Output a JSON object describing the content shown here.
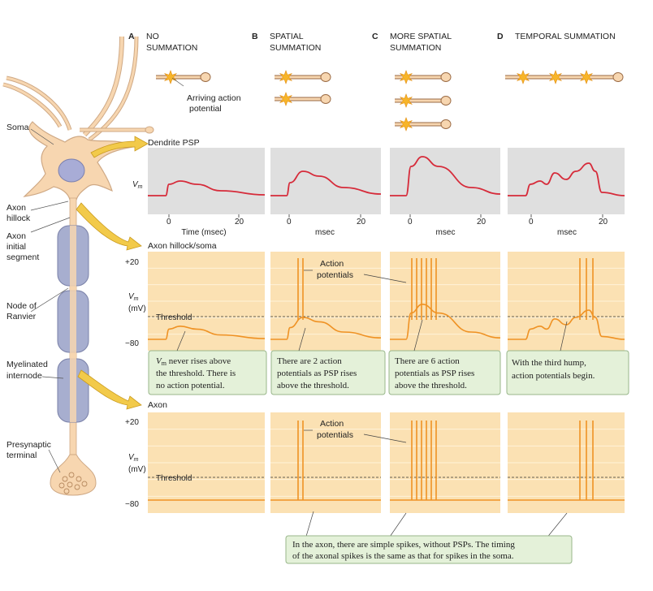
{
  "columns": [
    {
      "letter": "A",
      "title_lines": [
        "NO",
        "SUMMATION"
      ],
      "xaxis": "Time (msec)"
    },
    {
      "letter": "B",
      "title_lines": [
        "SPATIAL",
        "SUMMATION"
      ],
      "xaxis": "msec"
    },
    {
      "letter": "C",
      "title_lines": [
        "MORE SPATIAL",
        "SUMMATION"
      ],
      "xaxis": "msec"
    },
    {
      "letter": "D",
      "title_lines": [
        "TEMPORAL SUMMATION"
      ],
      "xaxis": "msec"
    }
  ],
  "arriving_label_lines": [
    "Arriving action",
    "potential"
  ],
  "neuron_labels": {
    "soma": "Soma",
    "axon_hillock": [
      "Axon",
      "hillock"
    ],
    "axon_initial": [
      "Axon",
      "initial",
      "segment"
    ],
    "node": [
      "Node of",
      "Ranvier"
    ],
    "myelinated": [
      "Myelinated",
      "internode"
    ],
    "presynaptic": [
      "Presynaptic",
      "terminal"
    ]
  },
  "rows": {
    "dendrite": "Dendrite PSP",
    "hillock": "Axon hillock/soma",
    "axon": "Axon"
  },
  "axis": {
    "vm": "V",
    "vm_sub": "m",
    "mv": "(mV)",
    "plus20": "+20",
    "minus80": "−80",
    "threshold": "Threshold",
    "tick0": "0",
    "tick20": "20"
  },
  "action_potentials_lines": [
    "Action",
    "potentials"
  ],
  "notes": {
    "A": [
      "V",
      "m",
      " never rises above",
      "the threshold. There is",
      "no action potential."
    ],
    "B": [
      "There are 2 action",
      "potentials as PSP rises",
      "above the threshold."
    ],
    "C": [
      "There are 6 action",
      "potentials as PSP rises",
      "above the threshold."
    ],
    "D": [
      "With the third hump,",
      "action potentials begin."
    ]
  },
  "bottom_note": [
    "In the axon, there are simple spikes, without PSPs.  The timing",
    "of the axonal spikes is the same as that for spikes in the soma."
  ],
  "spikes_soma": {
    "A": 0,
    "B": 2,
    "C": 6,
    "D": 3
  },
  "colors": {
    "psp_red": "#d62b3a",
    "orange": "#ef9224",
    "gray_panel": "#dfdfdf",
    "peach_panel": "#fbe1b3",
    "note_bg": "#e4f1d9",
    "note_border": "#98b68a",
    "neuron": "#f7d6b0",
    "myelin": "#a7aecf",
    "arrow_yellow": "#f2ca4a"
  },
  "icons": [
    "star-burst-icon",
    "yellow-arrow-icon"
  ]
}
